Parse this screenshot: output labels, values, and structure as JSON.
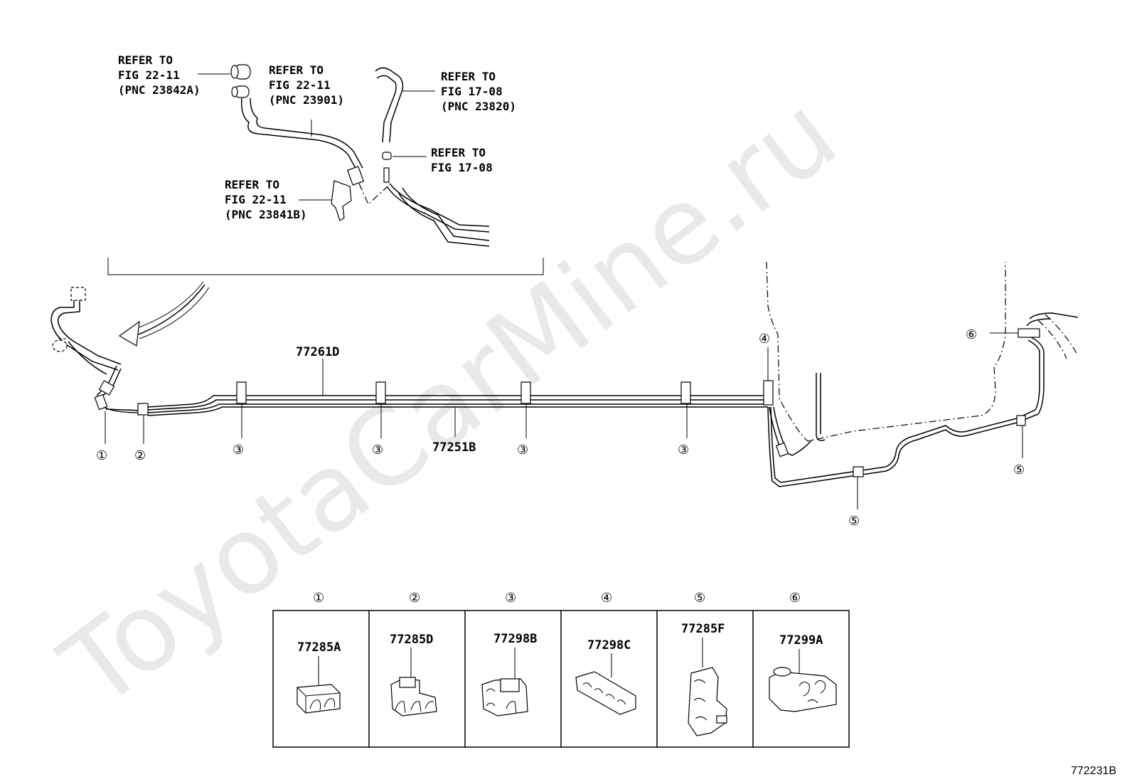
{
  "watermark": "ToyotaCarMine.ru",
  "figure_code": "772231B",
  "inset_refs": [
    {
      "line1": "REFER TO",
      "line2": "FIG 22-11",
      "line3": "(PNC 23842A)"
    },
    {
      "line1": "REFER TO",
      "line2": "FIG 22-11",
      "line3": "(PNC 23901)"
    },
    {
      "line1": "REFER TO",
      "line2": "FIG 17-08",
      "line3": "(PNC 23820)"
    },
    {
      "line1": "REFER TO",
      "line2": "FIG 17-08"
    },
    {
      "line1": "REFER TO",
      "line2": "FIG 22-11",
      "line3": "(PNC 23841B)"
    }
  ],
  "tube_labels": [
    "77261D",
    "77251B"
  ],
  "callouts": [
    "①",
    "②",
    "③",
    "④",
    "⑤",
    "⑥"
  ],
  "legend": [
    {
      "callout": "①",
      "part": "77285A"
    },
    {
      "callout": "②",
      "part": "77285D"
    },
    {
      "callout": "③",
      "part": "77298B"
    },
    {
      "callout": "④",
      "part": "77298C"
    },
    {
      "callout": "⑤",
      "part": "77285F"
    },
    {
      "callout": "⑥",
      "part": "77299A"
    }
  ]
}
